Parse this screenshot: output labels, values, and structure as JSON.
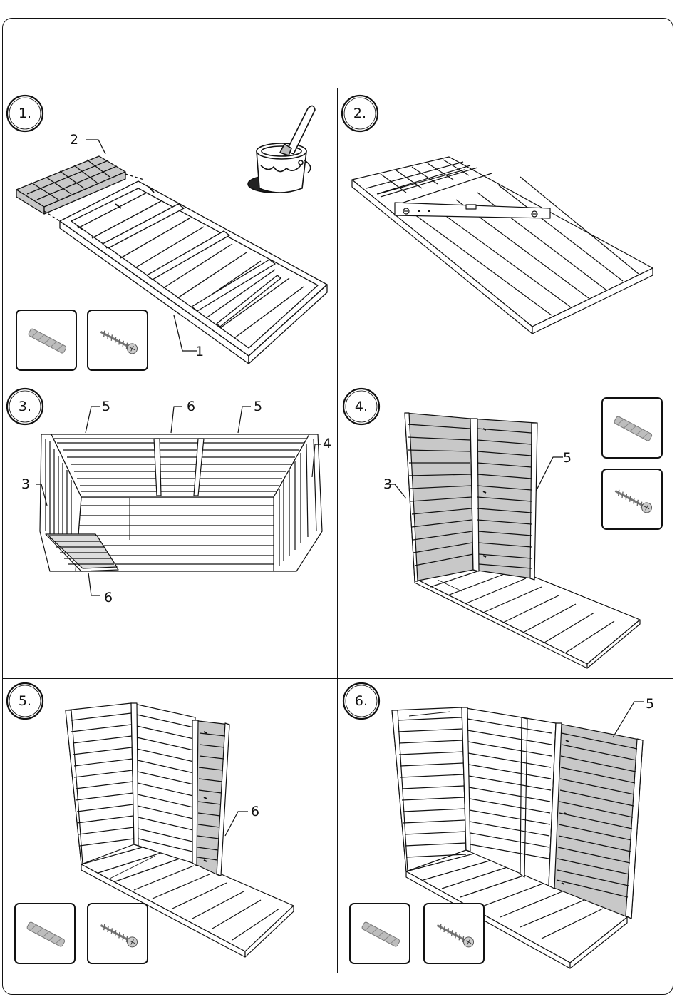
{
  "steps": [
    {
      "id": 1,
      "label": "1.",
      "callouts": [
        "2",
        "1"
      ],
      "tools": [
        "wall-plug-icon",
        "screw-icon"
      ]
    },
    {
      "id": 2,
      "label": "2.",
      "callouts": [],
      "tools": [
        "spirit-level-icon"
      ]
    },
    {
      "id": 3,
      "label": "3.",
      "callouts": [
        "5",
        "6",
        "5",
        "4",
        "3",
        "6"
      ],
      "tools": []
    },
    {
      "id": 4,
      "label": "4.",
      "callouts": [
        "3",
        "5"
      ],
      "tools": [
        "wall-plug-icon",
        "screw-icon"
      ]
    },
    {
      "id": 5,
      "label": "5.",
      "callouts": [
        "6"
      ],
      "tools": [
        "wall-plug-icon",
        "screw-icon"
      ]
    },
    {
      "id": 6,
      "label": "6.",
      "callouts": [
        "5"
      ],
      "tools": [
        "wall-plug-icon",
        "screw-icon"
      ]
    }
  ],
  "icons": {
    "paint": "paint-bucket-with-brush-icon",
    "level": "spirit-level-icon",
    "plug": "wall-plug-icon",
    "screw": "screw-icon"
  },
  "colors": {
    "line": "#111111",
    "fill_highlight": "#c8c8c8",
    "fill_plank": "#ffffff",
    "tool_fill": "#bdbdbd"
  }
}
